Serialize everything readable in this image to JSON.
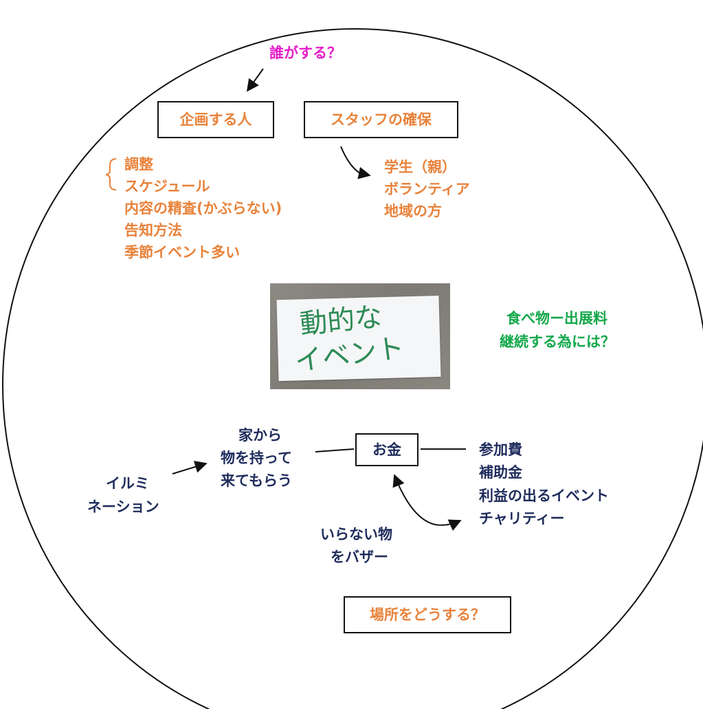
{
  "question_who": "誰がする？",
  "planner_box": "企画する人",
  "staff_box": "スタッフの確保",
  "planner_items": [
    "調整",
    "スケジュール",
    "内容の精査(かぶらない)",
    "告知方法",
    "季節イベント多い"
  ],
  "staff_items": [
    "学生（親）",
    "ボランティア",
    "地域の方"
  ],
  "center_card_text": [
    "動的な",
    "イベント"
  ],
  "food_note": [
    "食べ物ー出展料",
    "継続する為には？"
  ],
  "money_box": "お金",
  "bring_items": [
    "家から",
    "物を持って",
    "来てもらう"
  ],
  "illumination": [
    "イルミ",
    "ネーション"
  ],
  "money_items": [
    "参加費",
    "補助金",
    "利益の出るイベント",
    "チャリティー"
  ],
  "bazaar": [
    "いらない物",
    "をバザー"
  ],
  "place_box": "場所をどうする？",
  "colors": {
    "orange": "#E8823A",
    "navy": "#1F2C5C",
    "pink": "#E61CC8",
    "green": "#13A84A",
    "card_ink": "#2E8B57"
  }
}
